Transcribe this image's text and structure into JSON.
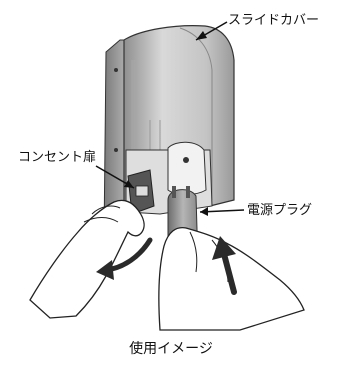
{
  "labels": {
    "slide_cover": "スライドカバー",
    "outlet_door": "コンセント扉",
    "power_plug": "電源プラグ"
  },
  "caption": "使用イメージ",
  "colors": {
    "line": "#222222",
    "device_light": "#d2d2d2",
    "device_mid": "#a9a9a9",
    "device_dark": "#6e6e6e",
    "hand_fill": "#ffffff",
    "arrow": "#2a2a2a"
  }
}
